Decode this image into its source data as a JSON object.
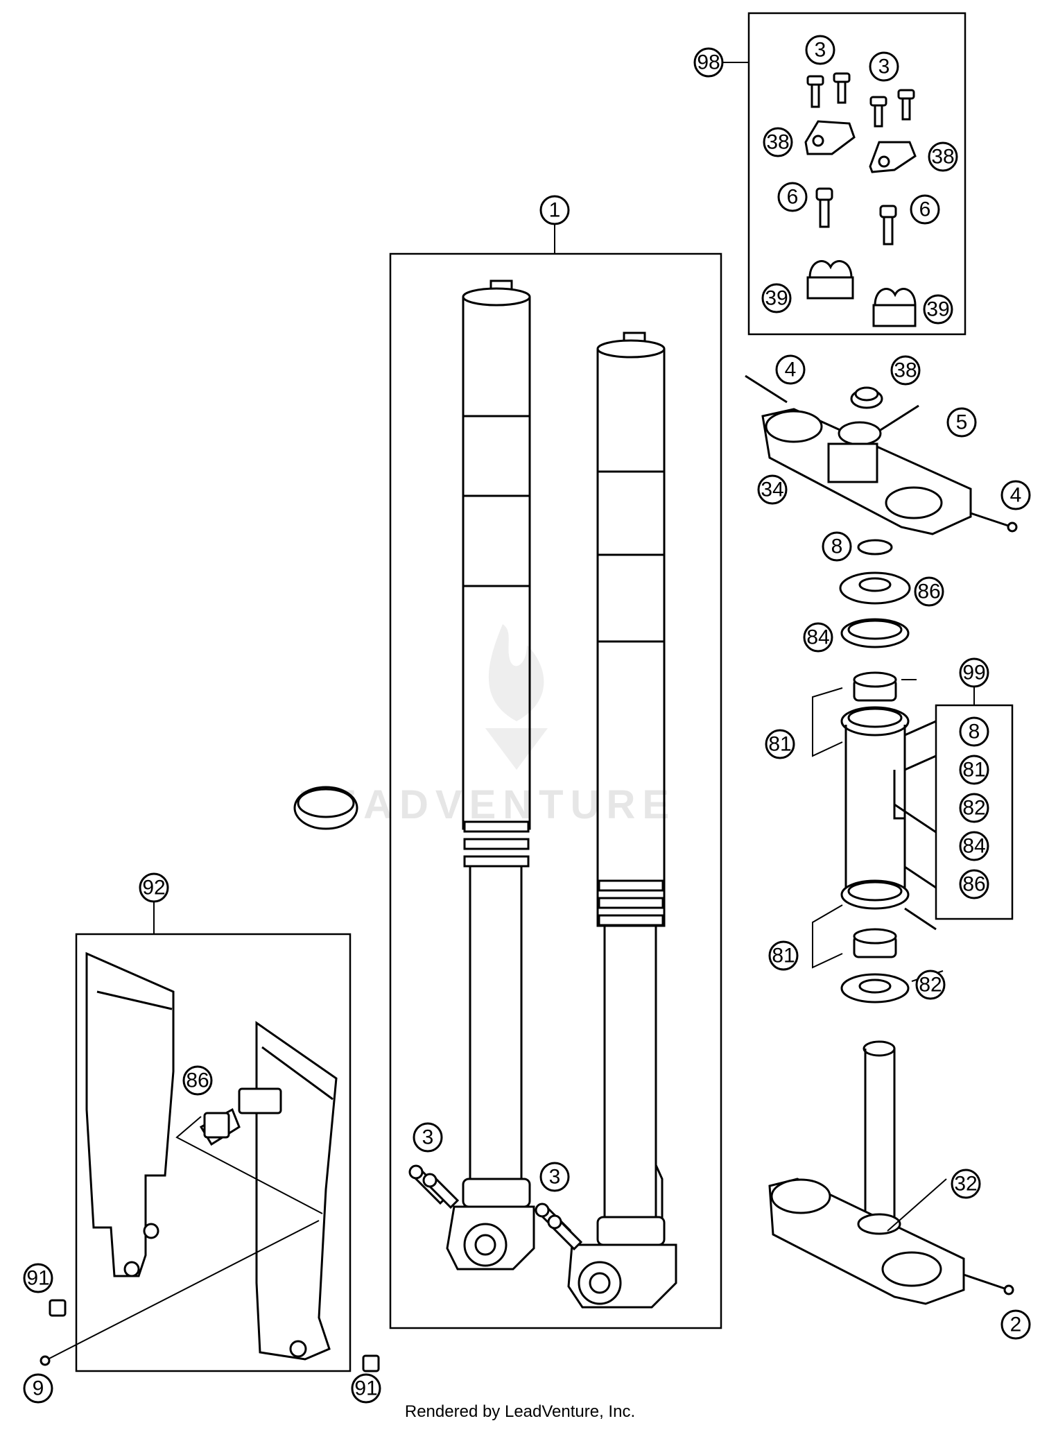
{
  "watermark": "LEADVENTURE",
  "footer_text": "Rendered by LeadVenture, Inc.",
  "callouts": {
    "fork_assembly": "1",
    "screw_lower_clamp": "2",
    "screw_fork_left": "3",
    "screw_fork_right": "3",
    "screw_kit_a": "3",
    "screw_kit_b": "3",
    "screw_top_left": "4",
    "screw_top_right": "4",
    "screw_top_center": "5",
    "screw_kit_c": "6",
    "screw_kit_d": "6",
    "oring": "8",
    "screw_guard": "9",
    "lower_triple_clamp": "32",
    "upper_triple_clamp": "34",
    "cover_kit_a": "38",
    "cover_kit_b": "38",
    "cover_nut": "38",
    "bar_clamp_a": "39",
    "bar_clamp_b": "39",
    "bearing_upper": "81",
    "bearing_lower": "81",
    "seal_ring_lower": "82",
    "seal_ring_upper": "84",
    "spacer": "86",
    "guard_clip": "86",
    "nut_left": "91",
    "nut_right": "91",
    "fork_guard_kit": "92",
    "handlebar_clamp_kit": "98",
    "bearing_kit": "99"
  },
  "bearing_kit_list": [
    "8",
    "81",
    "82",
    "84",
    "86"
  ]
}
